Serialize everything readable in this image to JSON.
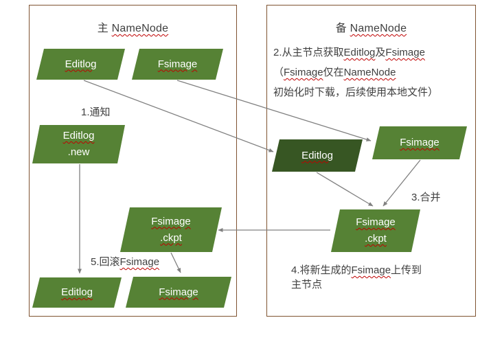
{
  "colors": {
    "node_green": "#568235",
    "node_dark_green": "#375623",
    "box_border_brown": "#7E5230",
    "arrow_gray": "#808080",
    "text_gray": "#3F3F3F",
    "squiggle_red": "#C00000",
    "node_label_white": "#FFFFFF"
  },
  "primary_box": {
    "title": [
      {
        "text": "主 "
      },
      {
        "text": "NameNode",
        "squiggle": true
      }
    ],
    "step1_label": "1.通知",
    "step5_label": [
      {
        "text": "5.回滚"
      },
      {
        "text": "Fsimage",
        "squiggle": true
      }
    ],
    "nodes": {
      "editlog_top": {
        "lines": [
          [
            {
              "text": "Editlog",
              "squiggle": true
            }
          ]
        ]
      },
      "fsimage_top": {
        "lines": [
          [
            {
              "text": "Fsimage",
              "squiggle": true
            }
          ]
        ]
      },
      "editlog_new": {
        "lines": [
          [
            {
              "text": "Editlog",
              "squiggle": true
            }
          ],
          [
            {
              "text": ".new"
            }
          ]
        ]
      },
      "fsimage_ckpt": {
        "lines": [
          [
            {
              "text": "Fsimage",
              "squiggle": true
            }
          ],
          [
            {
              "text": ".ckpt",
              "squiggle": true
            }
          ]
        ]
      },
      "editlog_bottom": {
        "lines": [
          [
            {
              "text": "Editlog",
              "squiggle": true
            }
          ]
        ]
      },
      "fsimage_bottom": {
        "lines": [
          [
            {
              "text": "Fsimage",
              "squiggle": true
            }
          ]
        ]
      }
    }
  },
  "standby_box": {
    "title": [
      {
        "text": "备 "
      },
      {
        "text": "NameNode",
        "squiggle": true
      }
    ],
    "step2_lines": [
      [
        {
          "text": "2.从主节点获取"
        },
        {
          "text": "Editlog",
          "squiggle": true
        },
        {
          "text": "及"
        },
        {
          "text": "Fsimage",
          "squiggle": true
        }
      ],
      [
        {
          "text": "（"
        },
        {
          "text": "Fsimage",
          "squiggle": true
        },
        {
          "text": "仅在"
        },
        {
          "text": "NameNode",
          "squiggle": true
        }
      ],
      [
        {
          "text": "初始化时下载，后续使用本地文件）"
        }
      ]
    ],
    "step3_label": "3.合并",
    "step4_lines": [
      [
        {
          "text": "4.将新生成的"
        },
        {
          "text": "Fsimage",
          "squiggle": true
        },
        {
          "text": "上传到"
        }
      ],
      [
        {
          "text": "主节点"
        }
      ]
    ],
    "nodes": {
      "editlog_dark": {
        "lines": [
          [
            {
              "text": "Editlog",
              "squiggle": true
            }
          ]
        ]
      },
      "fsimage": {
        "lines": [
          [
            {
              "text": "Fsimage",
              "squiggle": true
            }
          ]
        ]
      },
      "fsimage_ckpt": {
        "lines": [
          [
            {
              "text": "Fsimage",
              "squiggle": true
            }
          ],
          [
            {
              "text": ".ckpt",
              "squiggle": true
            }
          ]
        ]
      }
    }
  }
}
